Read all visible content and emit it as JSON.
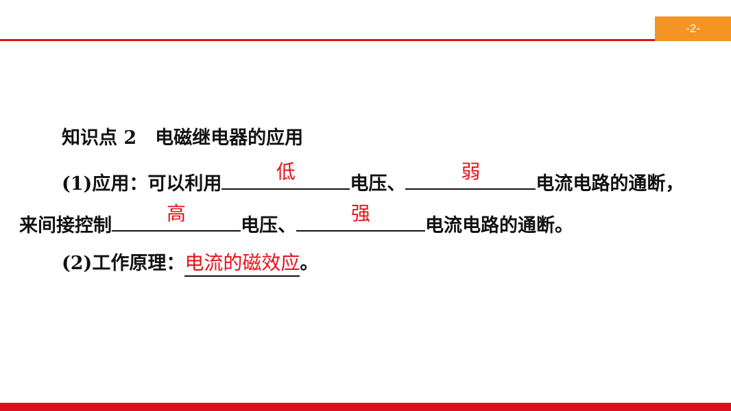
{
  "header": {
    "page_number": "-2-"
  },
  "colors": {
    "accent_red": "#d9121b",
    "tab_orange": "#f39423",
    "answer_red": "#e8101a"
  },
  "content": {
    "heading": "知识点 2　电磁继电器的应用",
    "p1": {
      "prefix": "(1)应用：可以利用",
      "answer1": "低",
      "mid1": "电压、",
      "answer2": "弱",
      "suffix": "电流电路的通断，"
    },
    "p2": {
      "prefix": "来间接控制",
      "answer1": "高",
      "mid1": "电压、",
      "answer2": "强",
      "suffix": "电流电路的通断。"
    },
    "p3": {
      "prefix": "(2)工作原理：",
      "answer": "电流的磁效应",
      "suffix": "。"
    }
  }
}
